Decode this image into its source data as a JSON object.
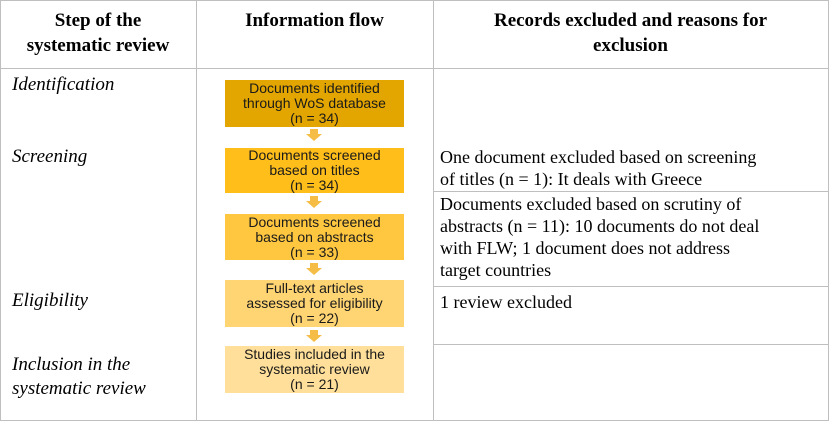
{
  "header": {
    "step_line1": "Step of the",
    "step_line2": "systematic review",
    "flow": "Information flow",
    "excl_line1": "Records excluded and reasons for",
    "excl_line2": "exclusion"
  },
  "stages": {
    "identification": "Identification",
    "screening": "Screening",
    "eligibility": "Eligibility",
    "inclusion_line1": "Inclusion in the",
    "inclusion_line2": "systematic review"
  },
  "flow_boxes": [
    {
      "line1": "Documents identified",
      "line2": "through WoS database",
      "line3": "(n = 34)",
      "color": "#E3A500"
    },
    {
      "line1": "Documents screened",
      "line2": "based on titles",
      "line3": "(n = 34)",
      "color": "#FFBE1A"
    },
    {
      "line1": "Documents screened",
      "line2": "based on abstracts",
      "line3": "(n = 33)",
      "color": "#FFC740"
    },
    {
      "line1": "Full-text articles",
      "line2": "assessed for eligibility",
      "line3": "(n = 22)",
      "color": "#FFD473"
    },
    {
      "line1": "Studies included in the",
      "line2": "systematic review",
      "line3": "(n = 21)",
      "color": "#FFDF99"
    }
  ],
  "arrow_color": "#F5BD45",
  "exclusions": {
    "titles_line1": "One document excluded based on screening",
    "titles_line2": "of titles (n = 1): It deals with Greece",
    "abstracts_line1": "Documents excluded based on scrutiny of",
    "abstracts_line2": "abstracts (n = 11): 10 documents do not deal",
    "abstracts_line3": "with FLW; 1 document does not address",
    "abstracts_line4": "target countries",
    "eligibility": "1 review excluded"
  }
}
